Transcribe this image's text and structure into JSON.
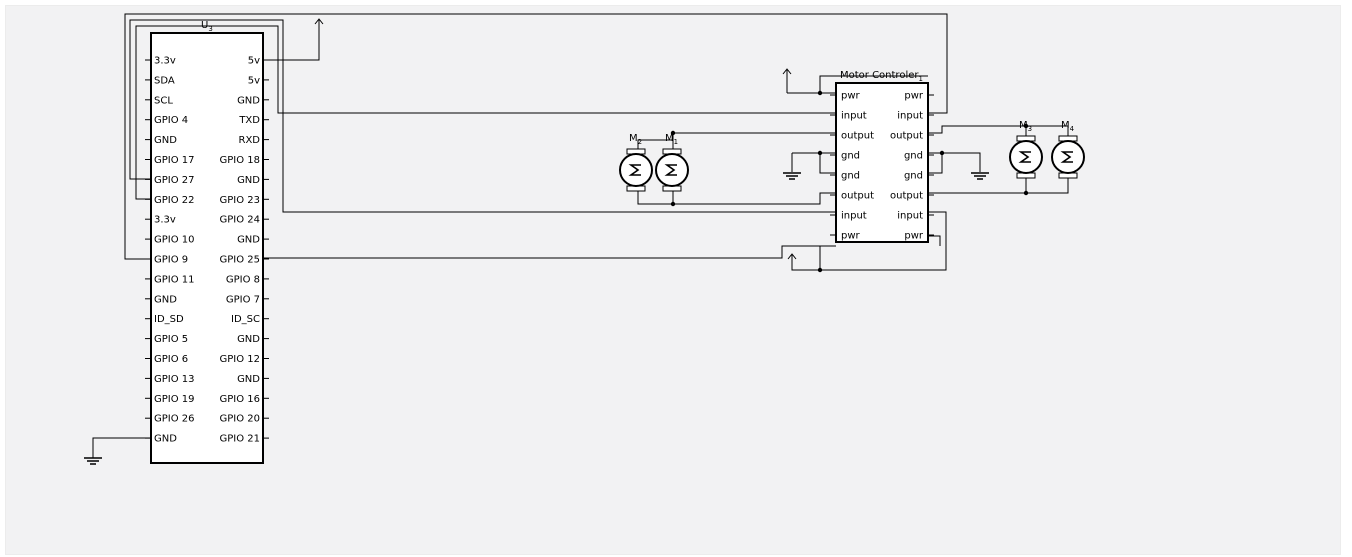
{
  "pi": {
    "ref": "U",
    "ref_sub": "3",
    "left_pins": [
      "3.3v",
      "SDA",
      "SCL",
      "GPIO 4",
      "GND",
      "GPIO 17",
      "GPIO 27",
      "GPIO 22",
      "3.3v",
      "GPIO 10",
      "GPIO 9",
      "GPIO 11",
      "GND",
      "ID_SD",
      "GPIO 5",
      "GPIO 6",
      "GPIO 13",
      "GPIO 19",
      "GPIO 26",
      "GND"
    ],
    "right_pins": [
      "5v",
      "5v",
      "GND",
      "TXD",
      "RXD",
      "GPIO 18",
      "GND",
      "GPIO 23",
      "GPIO 24",
      "GND",
      "GPIO 25",
      "GPIO 8",
      "GPIO 7",
      "ID_SC",
      "GND",
      "GPIO 12",
      "GND",
      "GPIO 16",
      "GPIO 20",
      "GPIO 21"
    ]
  },
  "controller": {
    "title": "Motor Controler",
    "title_sub": "1",
    "left_pins": [
      "pwr",
      "input",
      "output",
      "gnd",
      "gnd",
      "output",
      "input",
      "pwr"
    ],
    "right_pins": [
      "pwr",
      "input",
      "output",
      "gnd",
      "gnd",
      "output",
      "input",
      "pwr"
    ]
  },
  "motors": [
    {
      "ref": "M",
      "sub": "2"
    },
    {
      "ref": "M",
      "sub": "1"
    },
    {
      "ref": "M",
      "sub": "3"
    },
    {
      "ref": "M",
      "sub": "4"
    }
  ]
}
